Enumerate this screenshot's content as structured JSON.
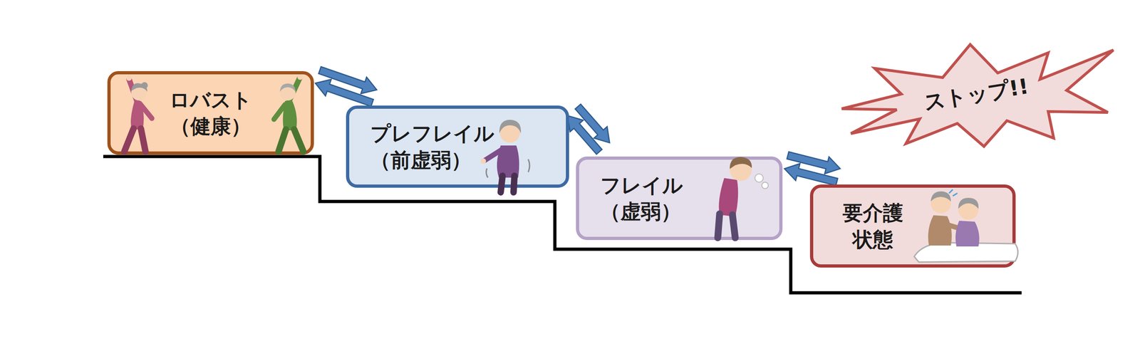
{
  "diagram": {
    "nodes": [
      {
        "text": [
          "ロバスト （健康）"
        ]
      },
      {
        "text": [
          "プレフレイル （前虚弱）"
        ]
      },
      {
        "text": [
          "フレイル （虚弱）"
        ]
      },
      {
        "text": [
          "要介護 状態"
        ]
      },
      {
        "text": [
          "ストップ!!"
        ]
      }
    ],
    "edges": [
      {
        "from": 0,
        "to": 1,
        "arrow": "to"
      },
      {
        "from": 1,
        "to": 0,
        "arrow": "to"
      },
      {
        "from": 1,
        "to": 2,
        "arrow": "to"
      },
      {
        "from": 2,
        "to": 1,
        "arrow": "to"
      },
      {
        "from": 2,
        "to": 3,
        "arrow": "to"
      },
      {
        "from": 3,
        "to": 2,
        "arrow": "to"
      }
    ]
  }
}
